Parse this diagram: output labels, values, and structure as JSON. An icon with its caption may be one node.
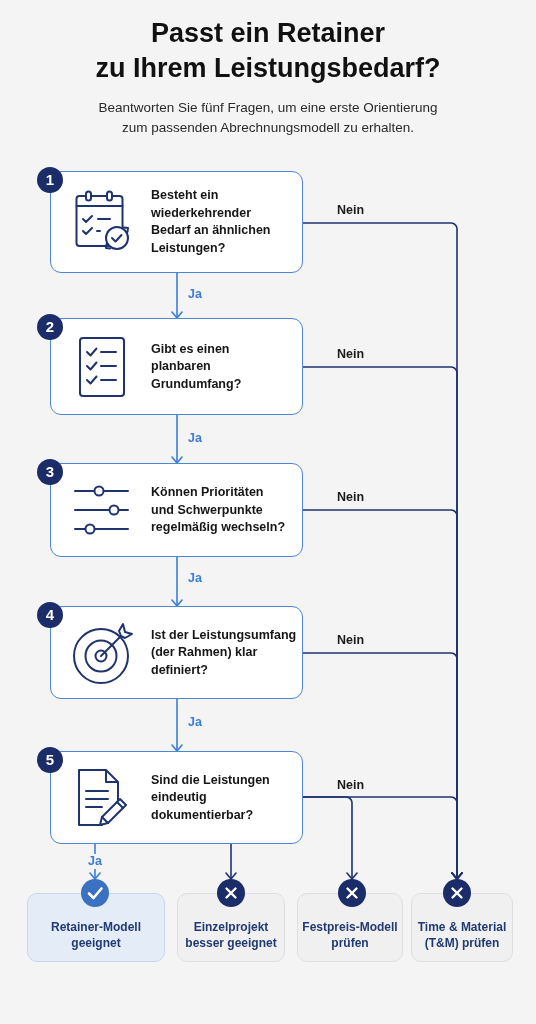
{
  "diagram": {
    "title": "Passt ein Retainer zu Ihrem Leistungsbedarf?",
    "nodes": [
      {
        "text": [
          "1",
          "Besteht ein wiederkehrender Bedarf an ähnlichen Leistungen?"
        ]
      },
      {
        "text": [
          "2",
          "Gibt es einen planbaren Grundumfang?"
        ]
      },
      {
        "text": [
          "3",
          "Können Prioritäten und Schwerpunkte regelmäßig wechseln?"
        ]
      },
      {
        "text": [
          "4",
          "Ist der Leistungsumfang (der Rahmen) klar definiert?"
        ]
      },
      {
        "text": [
          "5",
          "Sind die Leistungen eindeutig dokumentierbar?"
        ]
      },
      {
        "text": [
          "Retainer-Modell geeignet"
        ]
      },
      {
        "text": [
          "Einzelprojekt besser geeignet"
        ]
      },
      {
        "text": [
          "Festpreis-Modell prüfen"
        ]
      },
      {
        "text": [
          "Time & Material (T&M) prüfen"
        ]
      }
    ],
    "edges": [
      {
        "from": 0,
        "to": 1,
        "arrow": "to",
        "label": "Ja",
        "color": "#3b7dd8"
      },
      {
        "from": 1,
        "to": 2,
        "arrow": "to",
        "label": "Ja",
        "color": "#3b7dd8"
      },
      {
        "from": 2,
        "to": 3,
        "arrow": "to",
        "label": "Ja",
        "color": "#3b7dd8"
      },
      {
        "from": 3,
        "to": 4,
        "arrow": "to",
        "label": "Ja",
        "color": "#3b7dd8"
      },
      {
        "from": 4,
        "to": 5,
        "arrow": "to",
        "label": "Ja",
        "color": "#3b7dd8"
      },
      {
        "from": 4,
        "to": 6,
        "arrow": "to"
      },
      {
        "from": 0,
        "to": 8,
        "arrow": "to",
        "label": "Nein"
      },
      {
        "from": 1,
        "to": 8,
        "arrow": "to",
        "label": "Nein"
      },
      {
        "from": 2,
        "to": 8,
        "arrow": "to",
        "label": "Nein"
      },
      {
        "from": 3,
        "to": 8,
        "arrow": "to",
        "label": "Nein"
      },
      {
        "from": 4,
        "to": 7,
        "arrow": "to",
        "label": "Nein"
      },
      {
        "from": 4,
        "to": 8,
        "arrow": "to"
      }
    ],
    "labels": [
      "Beantworten Sie fünf Fragen, um eine erste Orientierung zum passenden Abrechnungsmodell zu erhalten."
    ]
  }
}
